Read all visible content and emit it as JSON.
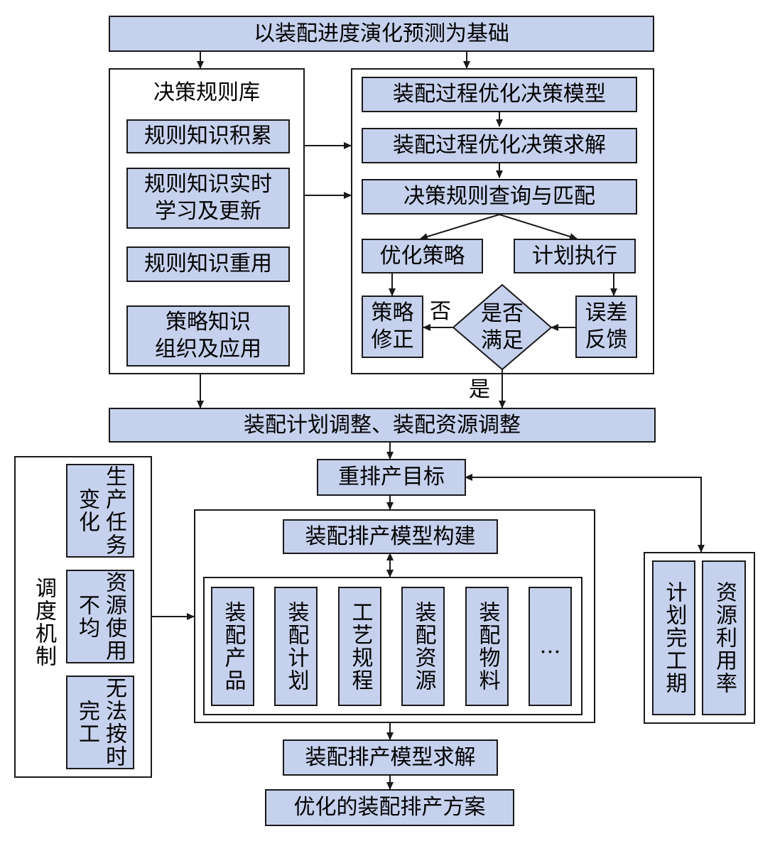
{
  "top_banner": "以装配进度演化预测为基础",
  "rule_library": {
    "title": "决策规则库",
    "items": [
      "规则知识积累",
      "规则知识实时\n学习及更新",
      "规则知识重用",
      "策略知识\n组织及应用"
    ]
  },
  "decision": {
    "model": "装配过程优化决策模型",
    "solve": "装配过程优化决策求解",
    "match": "决策规则查询与匹配",
    "optimize_strategy": "优化策略",
    "plan_execution": "计划执行",
    "strategy_correction": "策略\n修正",
    "error_feedback": "误差\n反馈",
    "diamond": "是否\n满足",
    "no_label": "否",
    "yes_label": "是"
  },
  "adjust_banner": "装配计划调整、装配资源调整",
  "reschedule_target": "重排产目标",
  "scheduling_mechanism": {
    "title": "调度机制",
    "items": [
      "生产任务变化",
      "资源使用不均",
      "无法按时完工"
    ]
  },
  "model_build": "装配排产模型构建",
  "model_elements": [
    "装配产品",
    "装配计划",
    "工艺规程",
    "装配资源",
    "装配物料",
    "…"
  ],
  "objectives": [
    "计划完工期",
    "资源利用率"
  ],
  "model_solve": "装配排产模型求解",
  "final_plan": "优化的装配排产方案"
}
